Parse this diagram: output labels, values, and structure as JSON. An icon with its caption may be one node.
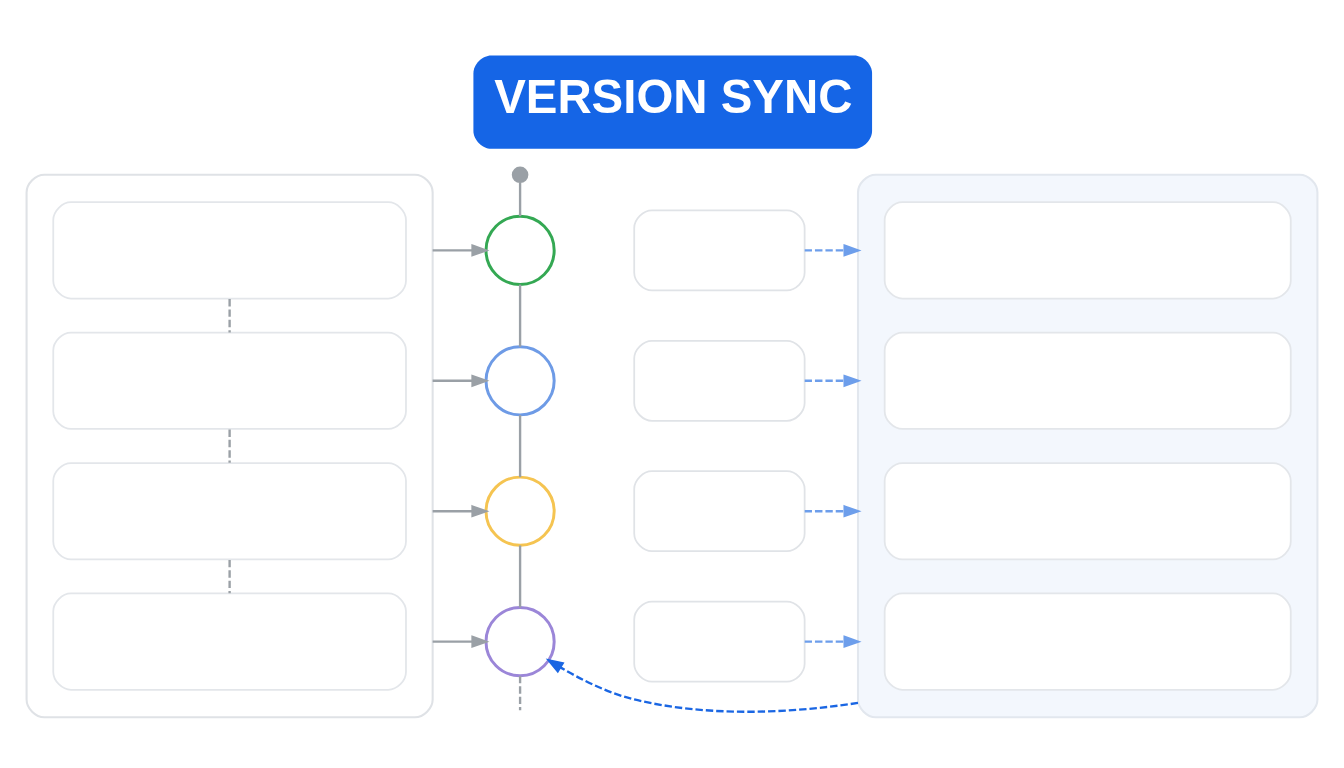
{
  "diagram": {
    "title": "VERSION SYNC",
    "nodes": [
      {
        "text": [],
        "shape": "box"
      },
      {
        "text": [],
        "shape": "box",
        "in": 0
      },
      {
        "text": [],
        "shape": "box",
        "in": 0
      },
      {
        "text": [],
        "shape": "box",
        "in": 0
      },
      {
        "text": [],
        "shape": "box",
        "in": 0
      },
      {
        "text": [],
        "shape": "circle"
      },
      {
        "text": [],
        "shape": "circle"
      },
      {
        "text": [],
        "shape": "circle"
      },
      {
        "text": [],
        "shape": "circle"
      },
      {
        "text": [],
        "shape": "circle"
      },
      {
        "text": [],
        "shape": "box"
      },
      {
        "text": [],
        "shape": "box"
      },
      {
        "text": [],
        "shape": "box"
      },
      {
        "text": [],
        "shape": "box"
      },
      {
        "text": [],
        "shape": "box"
      },
      {
        "text": [],
        "shape": "box",
        "in": 14
      },
      {
        "text": [],
        "shape": "box",
        "in": 14
      },
      {
        "text": [],
        "shape": "box",
        "in": 14
      },
      {
        "text": [],
        "shape": "box",
        "in": 14
      }
    ],
    "edges": [
      {
        "from": 1,
        "to": 2,
        "arrow": "none",
        "style": "dashed"
      },
      {
        "from": 2,
        "to": 3,
        "arrow": "none",
        "style": "dashed"
      },
      {
        "from": 3,
        "to": 4,
        "arrow": "none",
        "style": "dashed"
      },
      {
        "from": 0,
        "to": 6,
        "arrow": "to"
      },
      {
        "from": 0,
        "to": 7,
        "arrow": "to"
      },
      {
        "from": 0,
        "to": 8,
        "arrow": "to"
      },
      {
        "from": 0,
        "to": 9,
        "arrow": "to"
      },
      {
        "from": 5,
        "to": 6,
        "arrow": "none"
      },
      {
        "from": 6,
        "to": 7,
        "arrow": "none"
      },
      {
        "from": 7,
        "to": 8,
        "arrow": "none"
      },
      {
        "from": 8,
        "to": 9,
        "arrow": "none"
      },
      {
        "from": 10,
        "to": 14,
        "arrow": "to",
        "style": "dashed",
        "color": "#6d9eeb"
      },
      {
        "from": 11,
        "to": 14,
        "arrow": "to",
        "style": "dashed",
        "color": "#6d9eeb"
      },
      {
        "from": 12,
        "to": 14,
        "arrow": "to",
        "style": "dashed",
        "color": "#6d9eeb"
      },
      {
        "from": 13,
        "to": 14,
        "arrow": "to",
        "style": "dashed",
        "color": "#6d9eeb"
      },
      {
        "from": 14,
        "to": 9,
        "arrow": "to",
        "style": "dashed",
        "color": "#1a66e3"
      },
      {
        "from": 9,
        "to": null,
        "arrow": "none",
        "style": "dashed"
      }
    ]
  }
}
